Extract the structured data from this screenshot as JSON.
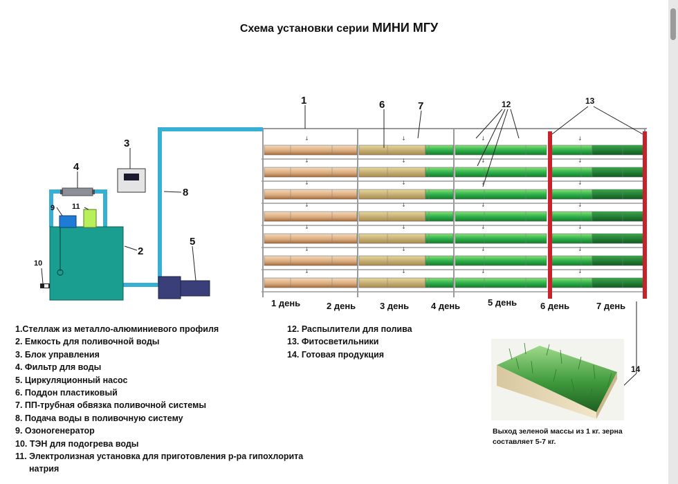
{
  "title": {
    "prefix": "Схема установки серии",
    "strong": "МИНИ МГУ"
  },
  "callouts": [
    "1",
    "2",
    "3",
    "4",
    "5",
    "6",
    "7",
    "8",
    "9",
    "10",
    "11",
    "12",
    "13",
    "14"
  ],
  "days": [
    "1 день",
    "2 день",
    "3 день",
    "4 день",
    "5 день",
    "6 день",
    "7 день"
  ],
  "legend_left": [
    "1.Стеллаж из металло-алюминиевого профиля",
    "2. Емкость для поливочной воды",
    "3. Блок управления",
    "4. Фильтр для воды",
    "5. Циркуляционный насос",
    "6. Поддон пластиковый",
    "7. ПП-трубная обвязка поливочной системы",
    "8. Подача воды в поливочную систему",
    "9. Озоногенератор",
    "10. ТЭН для подогрева воды",
    "11. Электролизная установка для приготовления р-ра гипохлорита",
    "натрия"
  ],
  "legend_right": [
    "12. Распылители для полива",
    "13. Фитосветильники",
    "14. Готовая продукция"
  ],
  "caption": [
    "Выход зеленой массы из 1 кг. зерна",
    "составляет 5-7 кг."
  ],
  "colors": {
    "water_pipe": "#3aafd4",
    "tank": "#1a9e8f",
    "pump": "#3a3f7a",
    "lamp": "#c8232c",
    "sprout_young": "#d9b88a",
    "sprout_green": "#2fb34a"
  }
}
